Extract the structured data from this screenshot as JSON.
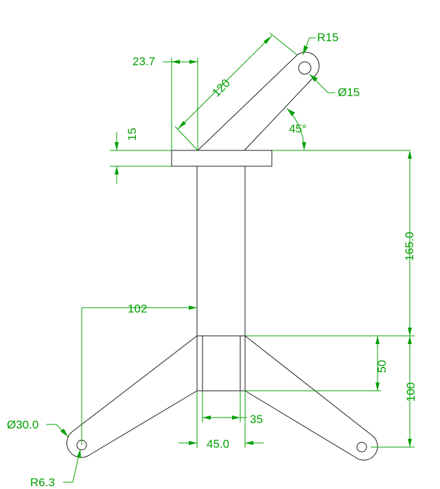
{
  "colors": {
    "geometry": "#1a1a1a",
    "dimension": "#00a000",
    "background": "#ffffff"
  },
  "dimensions": {
    "r15": "R15",
    "dia15": "Ø15",
    "d23_7": "23.7",
    "d120": "120",
    "d15": "15",
    "angle45": "45°",
    "d165": "165.0",
    "d102": "102",
    "d50": "50",
    "d100": "100",
    "dia30": "Ø30.0",
    "d35": "35",
    "d45": "45.0",
    "r6_3": "R6.3"
  }
}
